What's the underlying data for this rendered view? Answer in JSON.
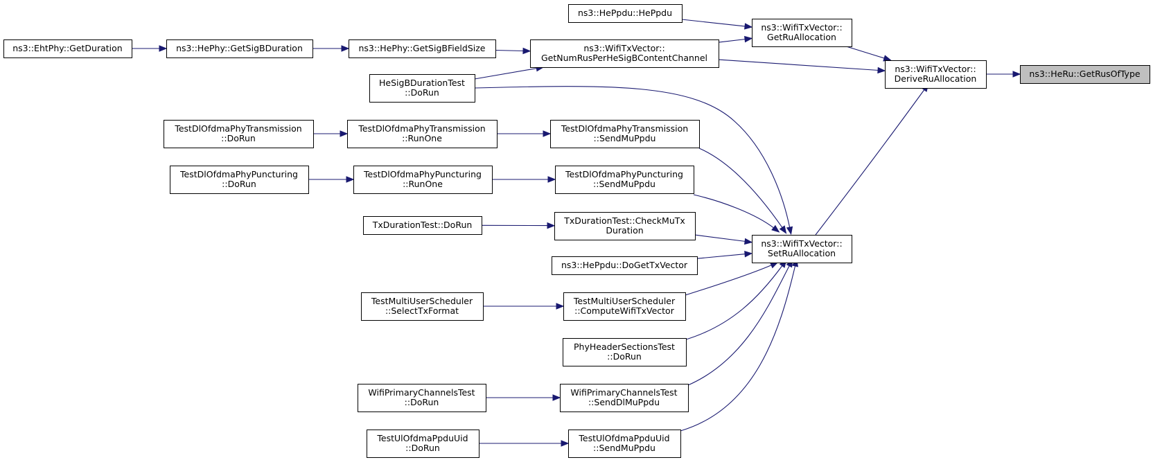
{
  "diagram": {
    "title": "",
    "nodes": [
      {
        "id": "getRusOfType",
        "lines": [
          "ns3::HeRu::GetRusOfType"
        ],
        "root": true
      },
      {
        "id": "deriveRu",
        "lines": [
          "ns3::WifiTxVector::",
          "DeriveRuAllocation"
        ]
      },
      {
        "id": "getRuAlloc",
        "lines": [
          "ns3::WifiTxVector::",
          "GetRuAllocation"
        ]
      },
      {
        "id": "getNumRus",
        "lines": [
          "ns3::WifiTxVector::",
          "GetNumRusPerHeSigBContentChannel"
        ]
      },
      {
        "id": "setRuAlloc",
        "lines": [
          "ns3::WifiTxVector::",
          "SetRuAllocation"
        ]
      },
      {
        "id": "hePpduCtor",
        "lines": [
          "ns3::HePpdu::HePpdu"
        ]
      },
      {
        "id": "getSigBField",
        "lines": [
          "ns3::HePhy::GetSigBFieldSize"
        ]
      },
      {
        "id": "getSigBDur",
        "lines": [
          "ns3::HePhy::GetSigBDuration"
        ]
      },
      {
        "id": "ehtGetDur",
        "lines": [
          "ns3::EhtPhy::GetDuration"
        ]
      },
      {
        "id": "heSigBTest",
        "lines": [
          "HeSigBDurationTest",
          "::DoRun"
        ]
      },
      {
        "id": "dlTransSend",
        "lines": [
          "TestDlOfdmaPhyTransmission",
          "::SendMuPpdu"
        ]
      },
      {
        "id": "dlTransRun",
        "lines": [
          "TestDlOfdmaPhyTransmission",
          "::RunOne"
        ]
      },
      {
        "id": "dlTransDo",
        "lines": [
          "TestDlOfdmaPhyTransmission",
          "::DoRun"
        ]
      },
      {
        "id": "dlPuncSend",
        "lines": [
          "TestDlOfdmaPhyPuncturing",
          "::SendMuPpdu"
        ]
      },
      {
        "id": "dlPuncRun",
        "lines": [
          "TestDlOfdmaPhyPuncturing",
          "::RunOne"
        ]
      },
      {
        "id": "dlPuncDo",
        "lines": [
          "TestDlOfdmaPhyPuncturing",
          "::DoRun"
        ]
      },
      {
        "id": "txDurCheck",
        "lines": [
          "TxDurationTest::CheckMuTx",
          "Duration"
        ]
      },
      {
        "id": "txDurDo",
        "lines": [
          "TxDurationTest::DoRun"
        ]
      },
      {
        "id": "hePpduGetTx",
        "lines": [
          "ns3::HePpdu::DoGetTxVector"
        ]
      },
      {
        "id": "muSchedCompute",
        "lines": [
          "TestMultiUserScheduler",
          "::ComputeWifiTxVector"
        ]
      },
      {
        "id": "muSchedSelect",
        "lines": [
          "TestMultiUserScheduler",
          "::SelectTxFormat"
        ]
      },
      {
        "id": "phyHeaderTest",
        "lines": [
          "PhyHeaderSectionsTest",
          "::DoRun"
        ]
      },
      {
        "id": "wifiPrimSend",
        "lines": [
          "WifiPrimaryChannelsTest",
          "::SendDlMuPpdu"
        ]
      },
      {
        "id": "wifiPrimDo",
        "lines": [
          "WifiPrimaryChannelsTest",
          "::DoRun"
        ]
      },
      {
        "id": "ulPpduSend",
        "lines": [
          "TestUlOfdmaPpduUid",
          "::SendMuPpdu"
        ]
      },
      {
        "id": "ulPpduDo",
        "lines": [
          "TestUlOfdmaPpduUid",
          "::DoRun"
        ]
      }
    ],
    "edges": [
      {
        "from": "deriveRu",
        "to": "getRusOfType"
      },
      {
        "from": "getRuAlloc",
        "to": "deriveRu"
      },
      {
        "from": "getNumRus",
        "to": "deriveRu"
      },
      {
        "from": "setRuAlloc",
        "to": "deriveRu"
      },
      {
        "from": "hePpduCtor",
        "to": "getRuAlloc"
      },
      {
        "from": "getNumRus",
        "to": "getRuAlloc"
      },
      {
        "from": "getSigBField",
        "to": "getNumRus"
      },
      {
        "from": "heSigBTest",
        "to": "getNumRus"
      },
      {
        "from": "getSigBDur",
        "to": "getSigBField"
      },
      {
        "from": "ehtGetDur",
        "to": "getSigBDur"
      },
      {
        "from": "heSigBTest",
        "to": "setRuAlloc"
      },
      {
        "from": "dlTransSend",
        "to": "setRuAlloc"
      },
      {
        "from": "dlTransRun",
        "to": "dlTransSend"
      },
      {
        "from": "dlTransDo",
        "to": "dlTransRun"
      },
      {
        "from": "dlPuncSend",
        "to": "setRuAlloc"
      },
      {
        "from": "dlPuncRun",
        "to": "dlPuncSend"
      },
      {
        "from": "dlPuncDo",
        "to": "dlPuncRun"
      },
      {
        "from": "txDurCheck",
        "to": "setRuAlloc"
      },
      {
        "from": "txDurDo",
        "to": "txDurCheck"
      },
      {
        "from": "hePpduGetTx",
        "to": "setRuAlloc"
      },
      {
        "from": "muSchedCompute",
        "to": "setRuAlloc"
      },
      {
        "from": "muSchedSelect",
        "to": "muSchedCompute"
      },
      {
        "from": "phyHeaderTest",
        "to": "setRuAlloc"
      },
      {
        "from": "wifiPrimSend",
        "to": "setRuAlloc"
      },
      {
        "from": "wifiPrimDo",
        "to": "wifiPrimSend"
      },
      {
        "from": "ulPpduSend",
        "to": "setRuAlloc"
      },
      {
        "from": "ulPpduDo",
        "to": "ulPpduSend"
      }
    ]
  }
}
